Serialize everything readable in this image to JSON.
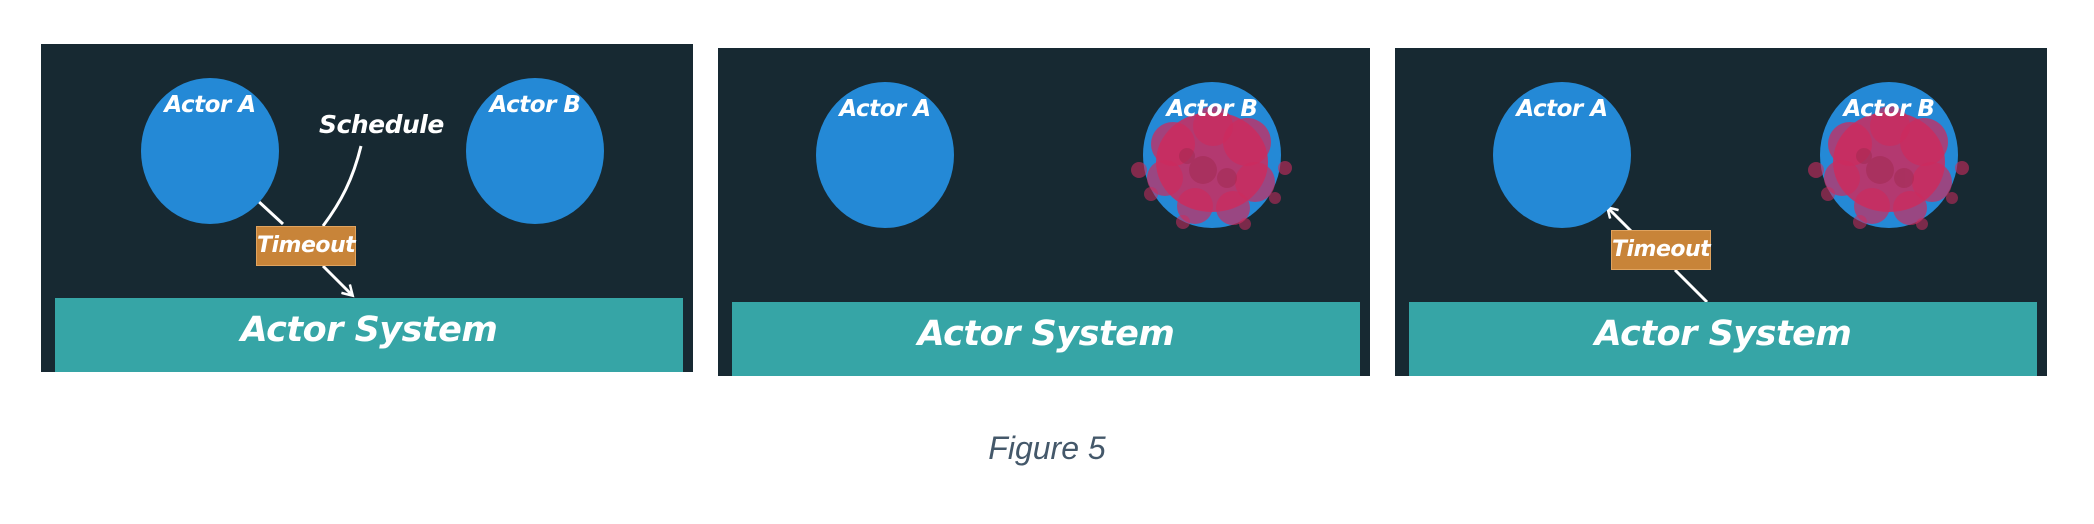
{
  "figure": {
    "caption": "Figure 5"
  },
  "colors": {
    "panel_background": "#172932",
    "actor": "#2489d6",
    "actor_failed_overlay": "#cc2b5e",
    "actor_system": "#36a5a6",
    "timeout_message": "#c88439",
    "caption_text": "#44586a"
  },
  "panels": [
    {
      "actor_a_label": "Actor A",
      "actor_b_label": "Actor B",
      "schedule_label": "Schedule",
      "timeout_label": "Timeout",
      "system_label": "Actor System",
      "actor_b_failed": false
    },
    {
      "actor_a_label": "Actor A",
      "actor_b_label": "Actor B",
      "system_label": "Actor System",
      "actor_b_failed": true
    },
    {
      "actor_a_label": "Actor A",
      "actor_b_label": "Actor B",
      "timeout_label": "Timeout",
      "system_label": "Actor System",
      "actor_b_failed": true
    }
  ]
}
